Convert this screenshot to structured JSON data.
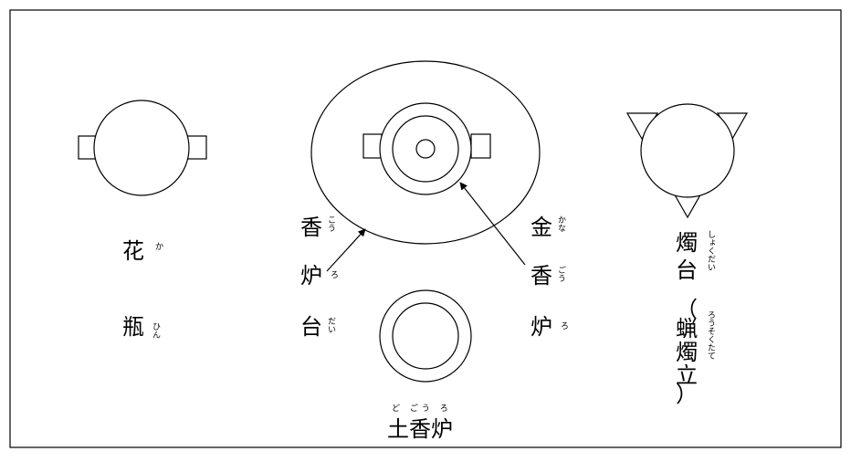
{
  "labels": {
    "kabin": {
      "chars": [
        "花",
        "瓶"
      ],
      "ruby": [
        "か",
        "ひん"
      ]
    },
    "koro_dai": {
      "chars": [
        "香",
        "炉",
        "台"
      ],
      "ruby": [
        "こう",
        "ろ",
        "だい"
      ]
    },
    "kana_goro": {
      "chars": [
        "金",
        "香",
        "炉"
      ],
      "ruby": [
        "かな",
        "ごう",
        "ろ"
      ]
    },
    "shokudai": {
      "chars": [
        "燭",
        "台",
        "（",
        "蝋",
        "燭",
        "立",
        "）"
      ],
      "ruby_1": "しょくだい",
      "ruby_2": "ろうそくたて"
    },
    "dogoro": {
      "text": "土香炉",
      "ruby": "ど ごう ろ"
    }
  }
}
